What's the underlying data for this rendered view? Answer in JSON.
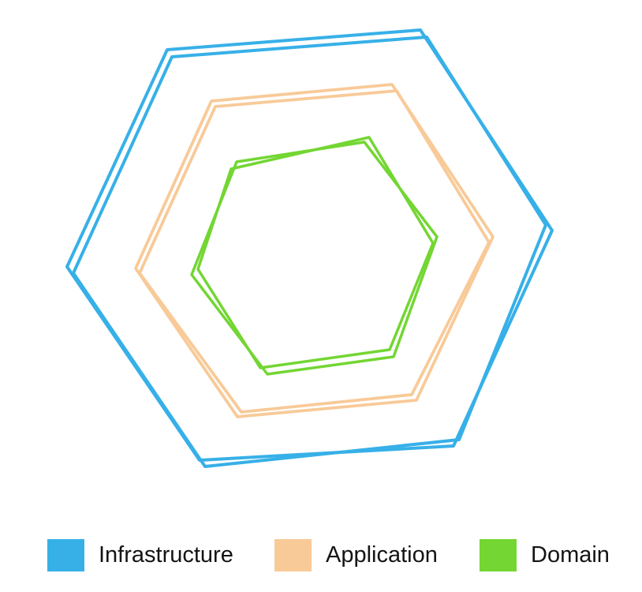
{
  "diagram": {
    "type": "hexagonal-architecture-rings",
    "background": "#ffffff",
    "layers": [
      {
        "name": "Infrastructure",
        "color": "#37b0e8",
        "stroke_width": 4,
        "outlines": [
          "212,63 533,38 700,292 575,565 253,583 85,338",
          "218,72 541,47 692,285 582,557 260,591 93,346"
        ]
      },
      {
        "name": "Application",
        "color": "#f8ca98",
        "stroke_width": 3.8,
        "outlines": [
          "268,128 497,107 625,300 528,507 301,528 172,340",
          "273,135 503,115 620,307 522,500 306,522 177,346"
        ]
      },
      {
        "name": "Domain",
        "color": "#73d633",
        "stroke_width": 3.5,
        "outlines": [
          "300,205 462,180 554,300 499,452 339,474 243,348",
          "293,214 468,174 549,308 494,443 330,466 251,341"
        ]
      }
    ]
  },
  "legend": {
    "items": [
      {
        "label": "Infrastructure",
        "color": "#37b0e8"
      },
      {
        "label": "Application",
        "color": "#f8ca98"
      },
      {
        "label": "Domain",
        "color": "#73d633"
      }
    ]
  }
}
